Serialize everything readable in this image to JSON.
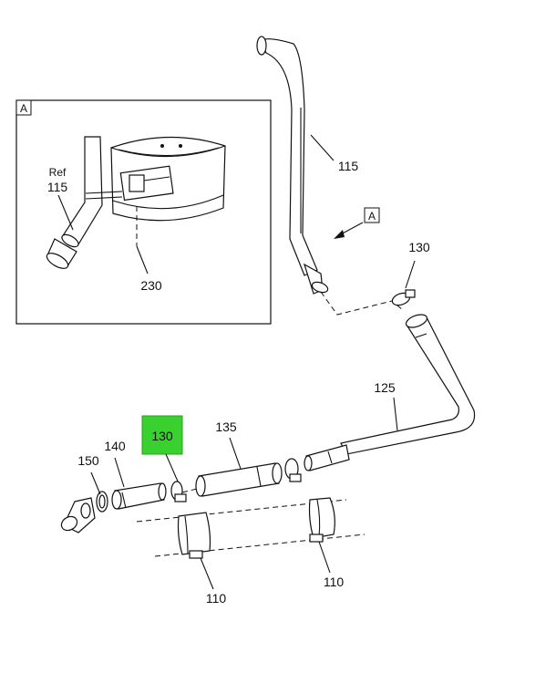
{
  "detail": {
    "tag": "A",
    "ref_label": "Ref",
    "ref_part": "115",
    "part": "230"
  },
  "view_tag": "A",
  "callouts": {
    "p115": "115",
    "p130_top": "130",
    "p125": "125",
    "p135": "135",
    "p130_highlight": "130",
    "p140": "140",
    "p150": "150",
    "p110_left": "110",
    "p110_right": "110"
  },
  "colors": {
    "highlight": "#39d12f",
    "line": "#111111",
    "background": "#ffffff"
  }
}
